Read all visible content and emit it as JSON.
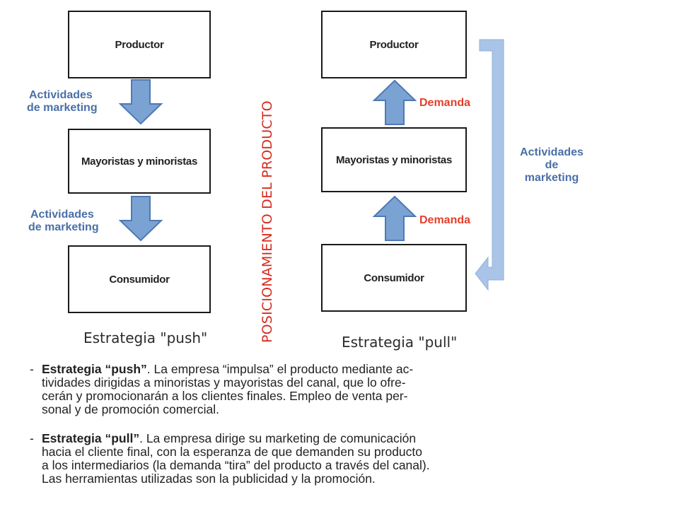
{
  "vertical_title": "POSICIONAMIENTO DEL PRODUCTO",
  "push": {
    "boxes": [
      "Productor",
      "Mayoristas y minoristas",
      "Consumidor"
    ],
    "activities_label_1": [
      "Actividades",
      "de marketing"
    ],
    "activities_label_2": [
      "Actividades",
      "de marketing"
    ],
    "caption": "Estrategia \"push\""
  },
  "pull": {
    "boxes": [
      "Productor",
      "Mayoristas y minoristas",
      "Consumidor"
    ],
    "demand_label_1": "Demanda",
    "demand_label_2": "Demanda",
    "activities_label": [
      "Actividades",
      "de",
      "marketing"
    ],
    "caption": "Estrategia \"pull\""
  },
  "paragraphs": [
    {
      "dash": "-",
      "bold": "Estrategia “push”",
      "lines": [
        ". La empresa “impulsa” el producto mediante ac-",
        "tividades dirigidas a minoristas y mayoristas del canal, que lo ofre-",
        "cerán y promocionarán a los clientes finales. Empleo de venta per-",
        "sonal y de promoción comercial."
      ]
    },
    {
      "dash": "-",
      "bold": "Estrategia “pull”",
      "lines": [
        ". La empresa dirige su marketing de comunicación",
        "hacia el cliente final, con la esperanza de que demanden su producto",
        "a los intermediarios (la demanda “tira” del producto a través del canal).",
        "Las herramientas utilizadas son la publicidad y la promoción."
      ]
    }
  ],
  "colors": {
    "arrow_fill": "#7aa3d4",
    "arrow_stroke": "#4f79b3",
    "blue_text": "#4a6fa8",
    "red_text": "#e3402b",
    "title_red": "#d62a1e"
  }
}
